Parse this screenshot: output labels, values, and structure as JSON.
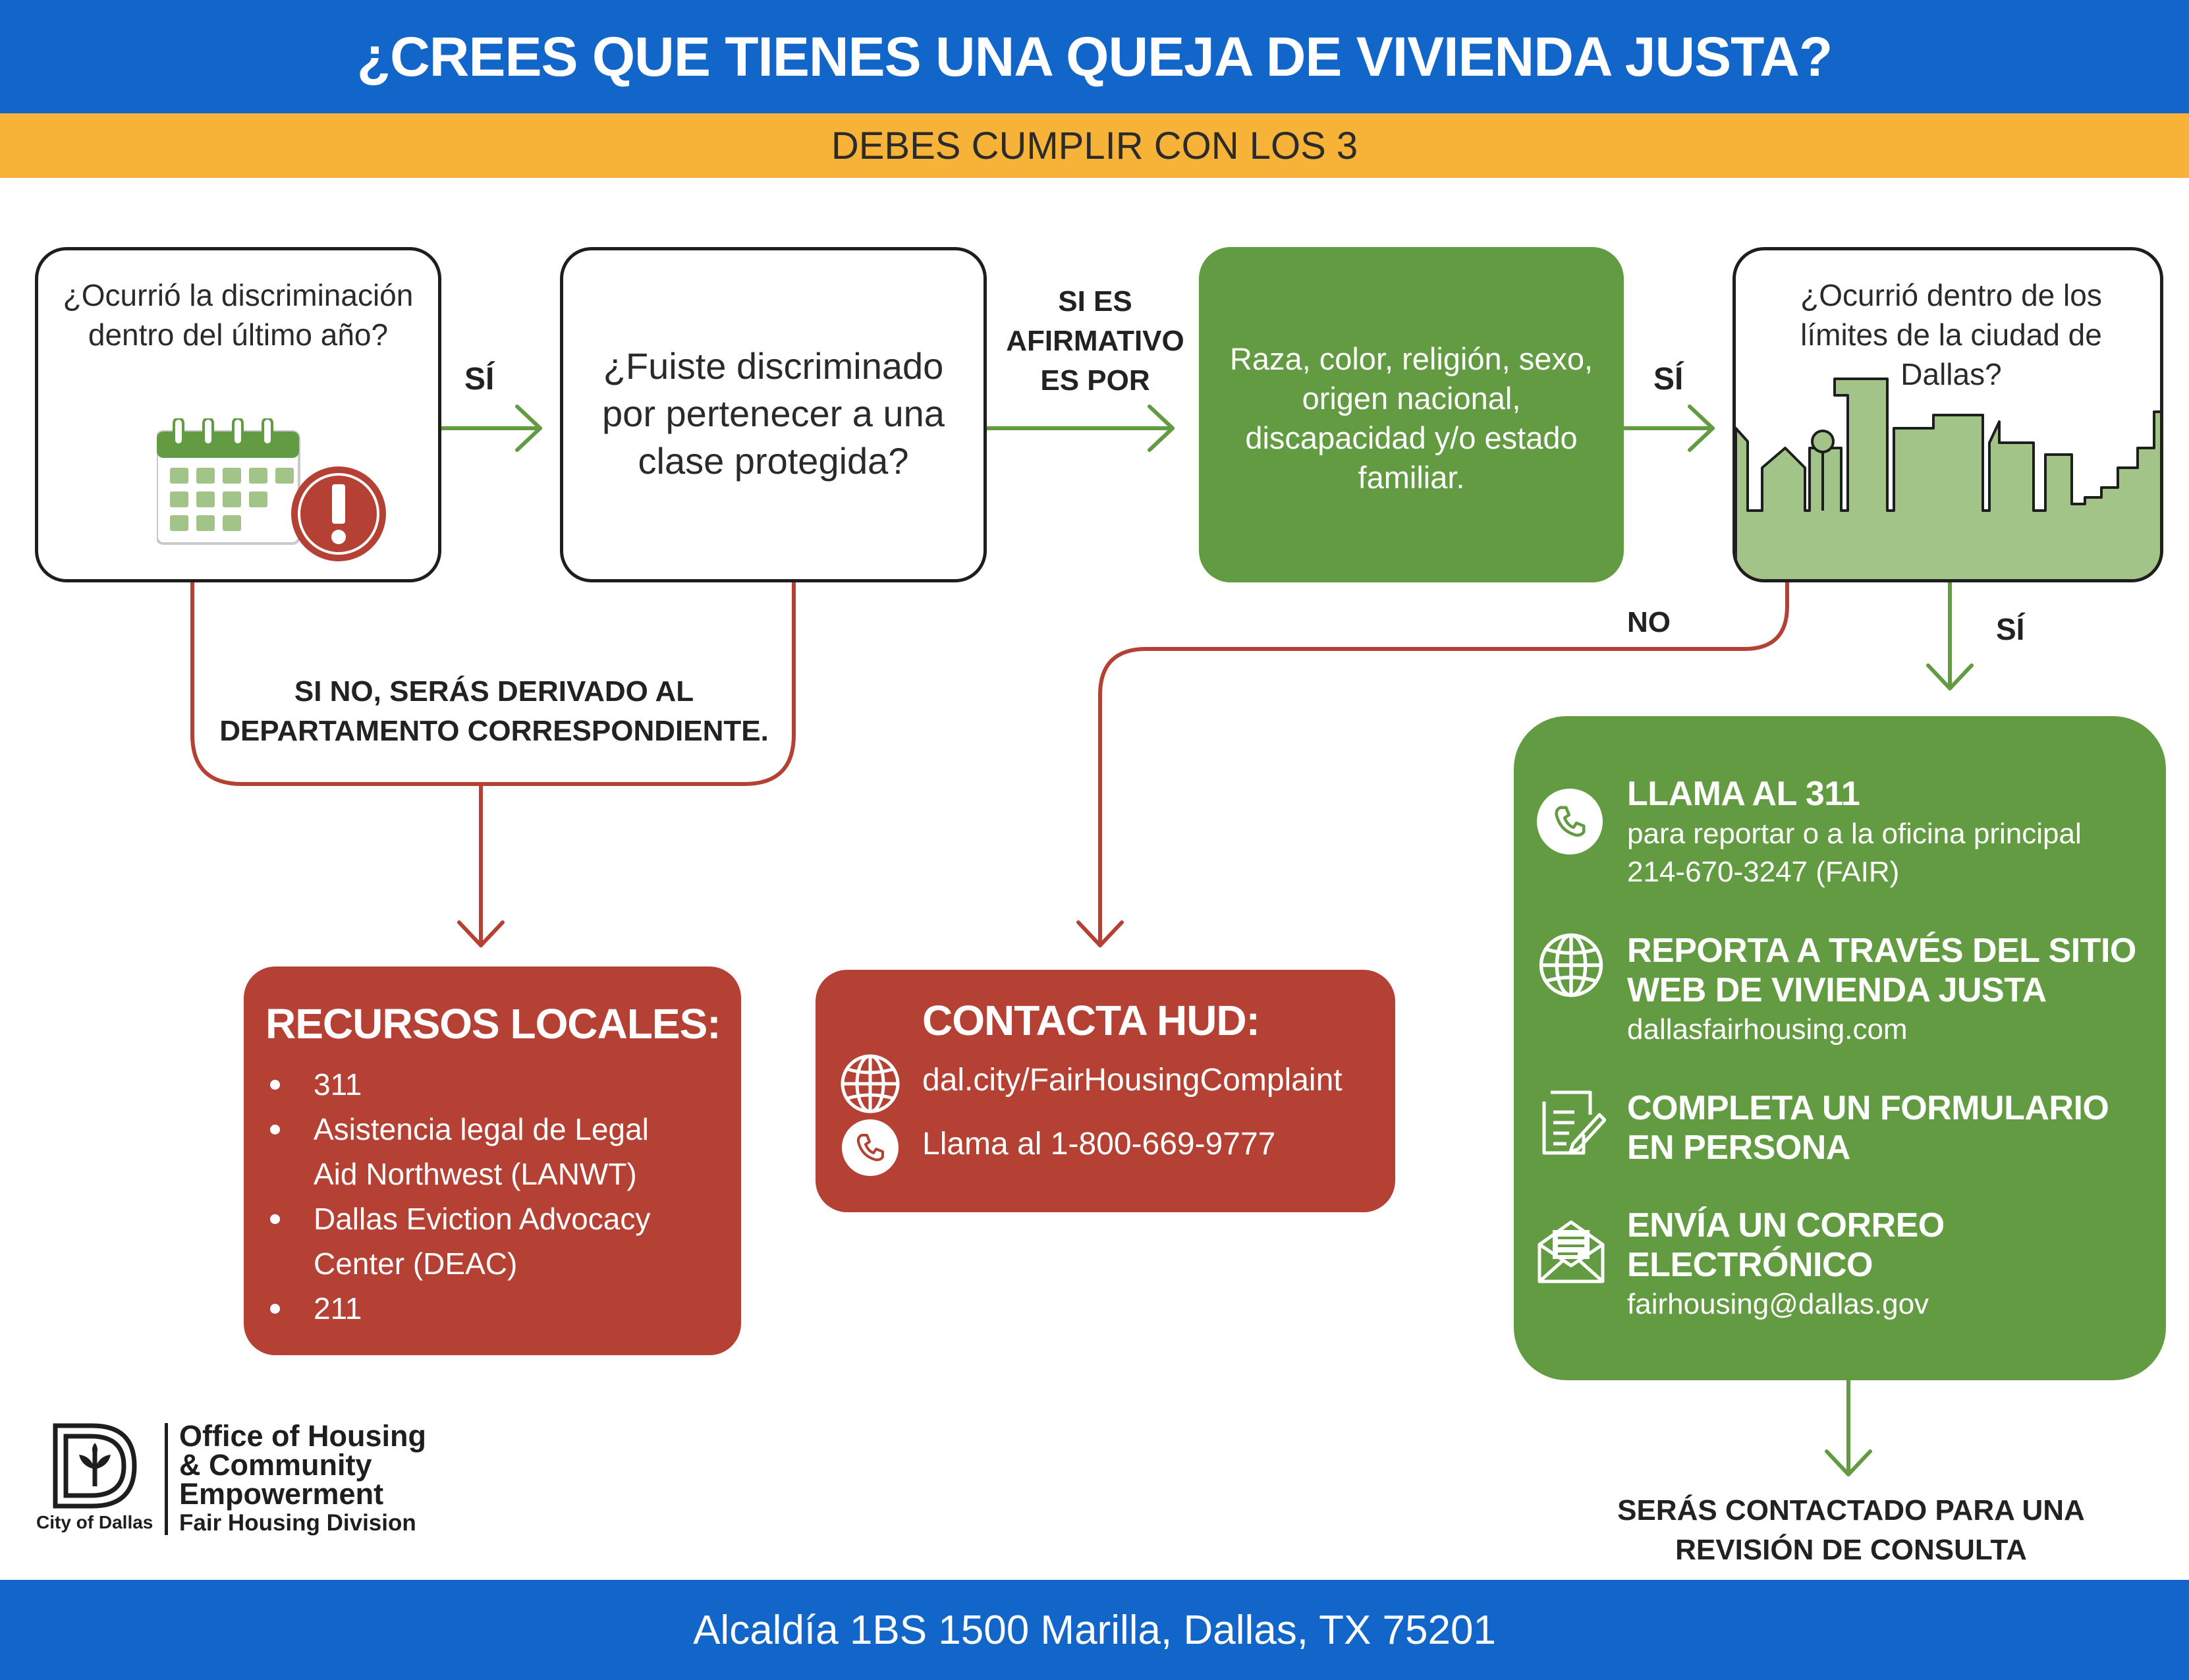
{
  "header": {
    "title": "¿CREES QUE TIENES UNA QUEJA DE VIVIENDA JUSTA?",
    "subtitle": "DEBES CUMPLIR CON LOS 3"
  },
  "steps": {
    "q1": "¿Ocurrió la discriminación dentro del último año?",
    "q2": "¿Fuiste discriminado por pertenecer a una clase protegida?",
    "classes": "Raza, color, religión, sexo, origen nacional, discapacidad y/o estado familiar.",
    "q3": "¿Ocurrió dentro de los límites de la ciudad de Dallas?"
  },
  "labels": {
    "yes1": "SÍ",
    "if_yes_line1": "SI ES",
    "if_yes_line2": "AFIRMATIVO",
    "if_yes_line3": "ES POR",
    "yes2": "SÍ",
    "no": "NO",
    "yes3": "SÍ",
    "referral_line1": "SI NO, SERÁS DERIVADO AL",
    "referral_line2": "DEPARTAMENTO CORRESPONDIENTE."
  },
  "local_resources": {
    "title": "RECURSOS LOCALES:",
    "items": [
      [
        "311"
      ],
      [
        "Asistencia legal de Legal",
        "Aid Northwest (LANWT)"
      ],
      [
        "Dallas Eviction Advocacy",
        "Center (DEAC)"
      ],
      [
        "211"
      ]
    ]
  },
  "hud": {
    "title": "CONTACTA HUD:",
    "website": "dal.city/FairHousingComplaint",
    "phone": "Llama al 1-800-669-9777"
  },
  "actions": [
    {
      "title": "LLAMA AL 311",
      "lines": [
        "para reportar o a la oficina principal",
        "214-670-3247 (FAIR)"
      ],
      "icon": "phone-icon"
    },
    {
      "title": "REPORTA A TRAVÉS DEL SITIO WEB DE VIVIENDA JUSTA",
      "lines": [
        "dallasfairhousing.com"
      ],
      "icon": "globe-icon"
    },
    {
      "title": "COMPLETA UN FORMULARIO EN PERSONA",
      "lines": [],
      "icon": "form-icon"
    },
    {
      "title": "ENVÍA UN CORREO ELECTRÓNICO",
      "lines": [
        "fairhousing@dallas.gov"
      ],
      "icon": "envelope-icon"
    }
  ],
  "outcome": {
    "line1": "SERÁS CONTACTADO PARA UNA",
    "line2": "REVISIÓN DE CONSULTA"
  },
  "logo": {
    "city": "City of Dallas",
    "office_line1": "Office of Housing",
    "office_line2": "& Community",
    "office_line3": "Empowerment",
    "division": "Fair Housing Division"
  },
  "footer": {
    "address": "Alcaldía 1BS 1500 Marilla, Dallas, TX 75201"
  },
  "colors": {
    "blue": "#1366c9",
    "gold": "#f6b337",
    "green": "#629b41",
    "red": "#b54134",
    "light_green": "#a2c488"
  }
}
